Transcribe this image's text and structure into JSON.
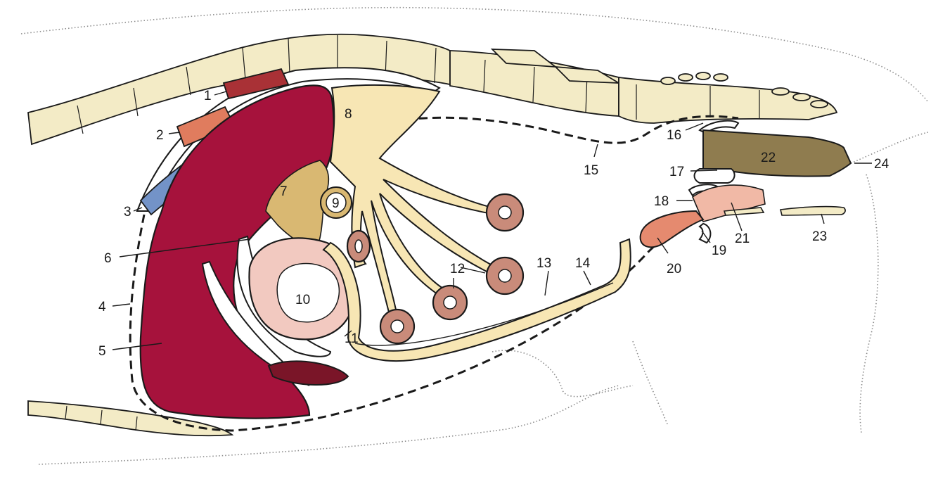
{
  "diagram": {
    "labels": [
      "1",
      "2",
      "3",
      "4",
      "5",
      "6",
      "7",
      "8",
      "9",
      "10",
      "11",
      "12",
      "13",
      "14",
      "15",
      "16",
      "17",
      "18",
      "19",
      "20",
      "21",
      "22",
      "23",
      "24"
    ],
    "colors": {
      "liver": "#a6123c",
      "aorta": "#a93136",
      "esophagus": "#e07c5e",
      "vena_cava": "#7393c8",
      "bone": "#f3ebc6",
      "mesentery": "#f7e6b4",
      "pancreas": "#d9b872",
      "stomach": "#f2c9c0",
      "intestine": "#c98b7a",
      "rectum": "#8f7c4f",
      "bladder": "#e58a6f",
      "prostate": "#f1b9a6"
    }
  }
}
